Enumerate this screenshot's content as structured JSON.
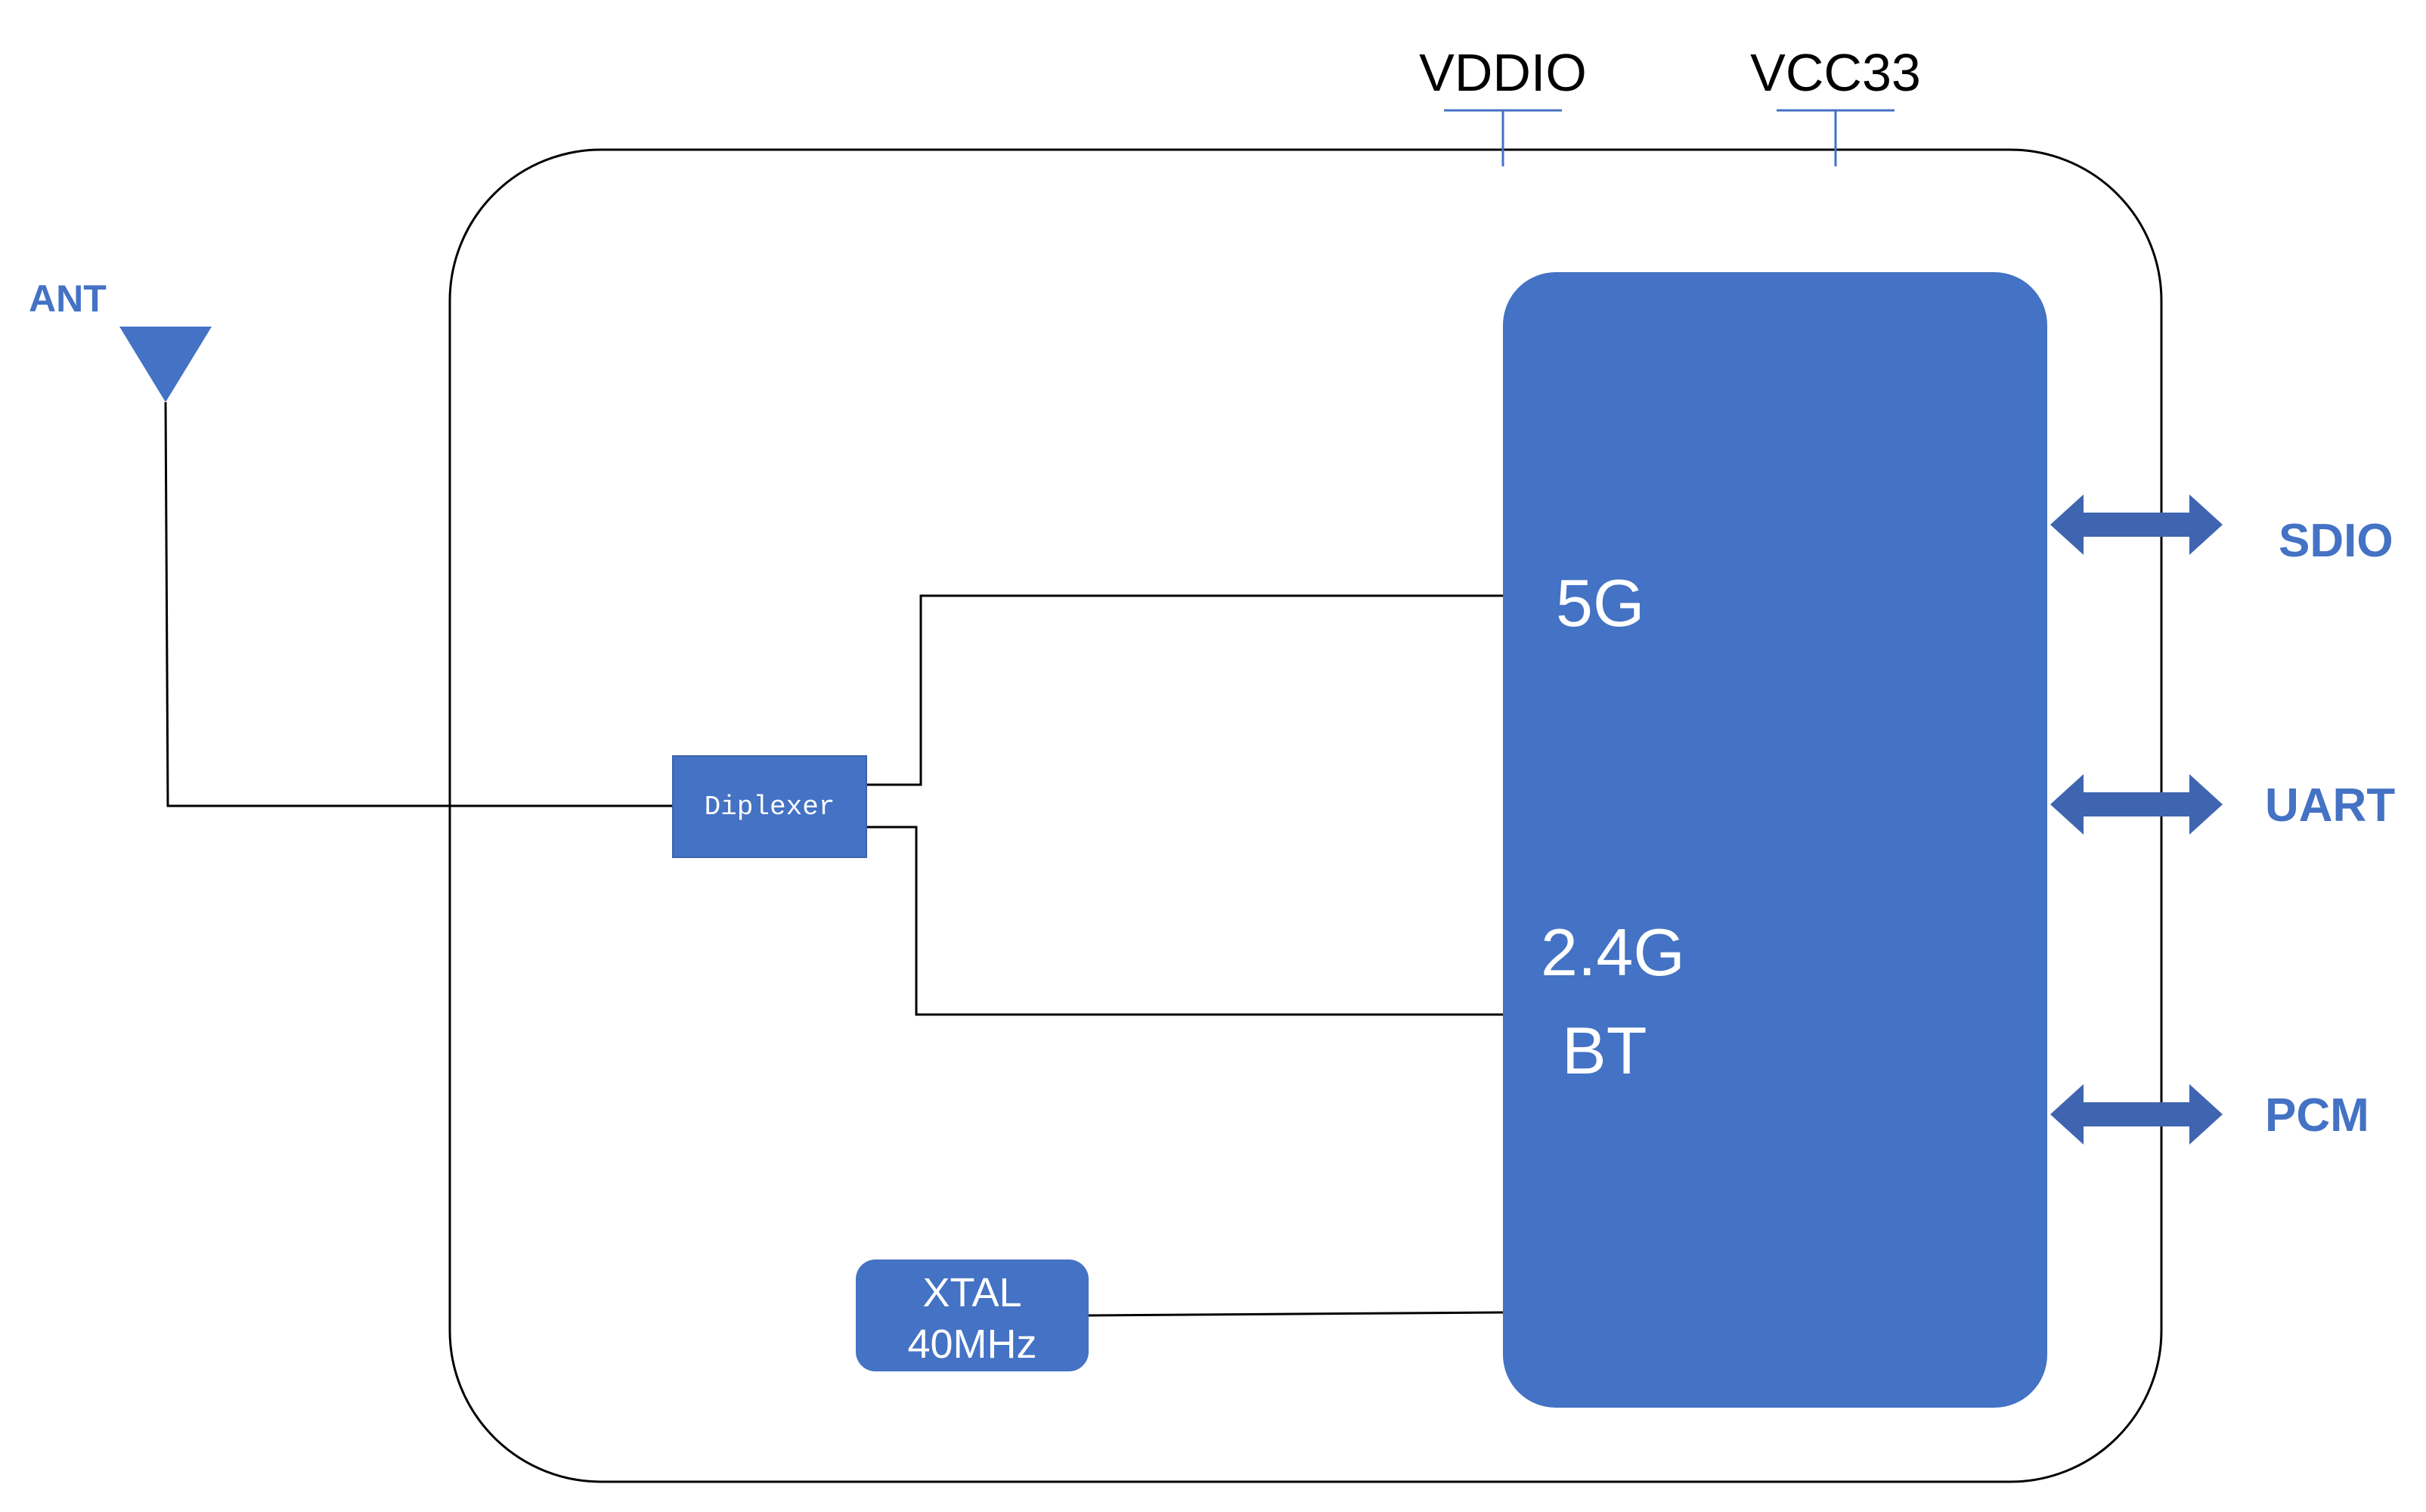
{
  "colors": {
    "accent": "#4472C4",
    "arrow": "#3F65B0",
    "wire": "#000000",
    "background": "#FFFFFF"
  },
  "power": {
    "vddio": "VDDIO",
    "vcc33": "VCC33"
  },
  "antenna": {
    "label": "ANT",
    "icon": "antenna-triangle-icon"
  },
  "diplexer": {
    "label": "Diplexer"
  },
  "chip": {
    "band_5g": "5G",
    "band_24g": "2.4G",
    "bt": "BT"
  },
  "crystal": {
    "line1": "XTAL",
    "line2": "40MHz"
  },
  "interfaces": {
    "sdio": "SDIO",
    "uart": "UART",
    "pcm": "PCM",
    "icon": "double-arrow-icon"
  }
}
